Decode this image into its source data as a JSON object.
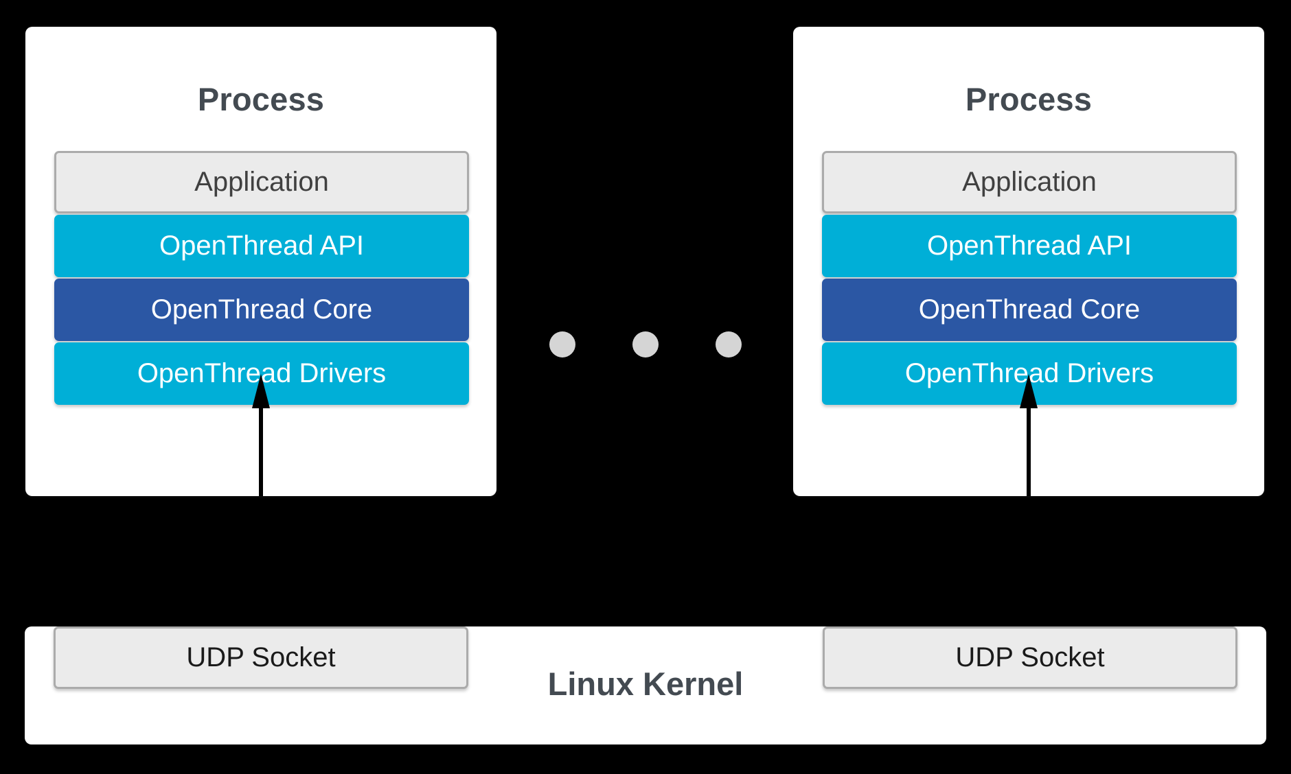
{
  "diagram": {
    "title": "OpenThread POSIX multi-process architecture",
    "background_color": "#000000",
    "colors": {
      "cyan": "#00AFD7",
      "navy": "#2B57A4",
      "gray_fill": "#EBEBEB",
      "gray_border": "#ABABAB",
      "title_text": "#434A51",
      "dot": "#D5D5D5",
      "box_fill": "#FFFFFF"
    }
  },
  "processes": [
    {
      "title": "Process",
      "layers": [
        {
          "label": "Application",
          "style": "app"
        },
        {
          "label": "OpenThread API",
          "style": "cyan"
        },
        {
          "label": "OpenThread Core",
          "style": "navy"
        },
        {
          "label": "OpenThread Drivers",
          "style": "cyan"
        }
      ]
    },
    {
      "title": "Process",
      "layers": [
        {
          "label": "Application",
          "style": "app"
        },
        {
          "label": "OpenThread API",
          "style": "cyan"
        },
        {
          "label": "OpenThread Core",
          "style": "navy"
        },
        {
          "label": "OpenThread Drivers",
          "style": "cyan"
        }
      ]
    }
  ],
  "ellipsis": {
    "dot_count": 3,
    "meaning": "more processes"
  },
  "kernel": {
    "title": "Linux Kernel",
    "sockets": [
      {
        "label": "UDP Socket"
      },
      {
        "label": "UDP Socket"
      }
    ]
  },
  "arrows": [
    {
      "from": "UDP Socket",
      "to": "OpenThread Drivers",
      "direction": "up"
    },
    {
      "from": "UDP Socket",
      "to": "OpenThread Drivers",
      "direction": "up"
    }
  ]
}
